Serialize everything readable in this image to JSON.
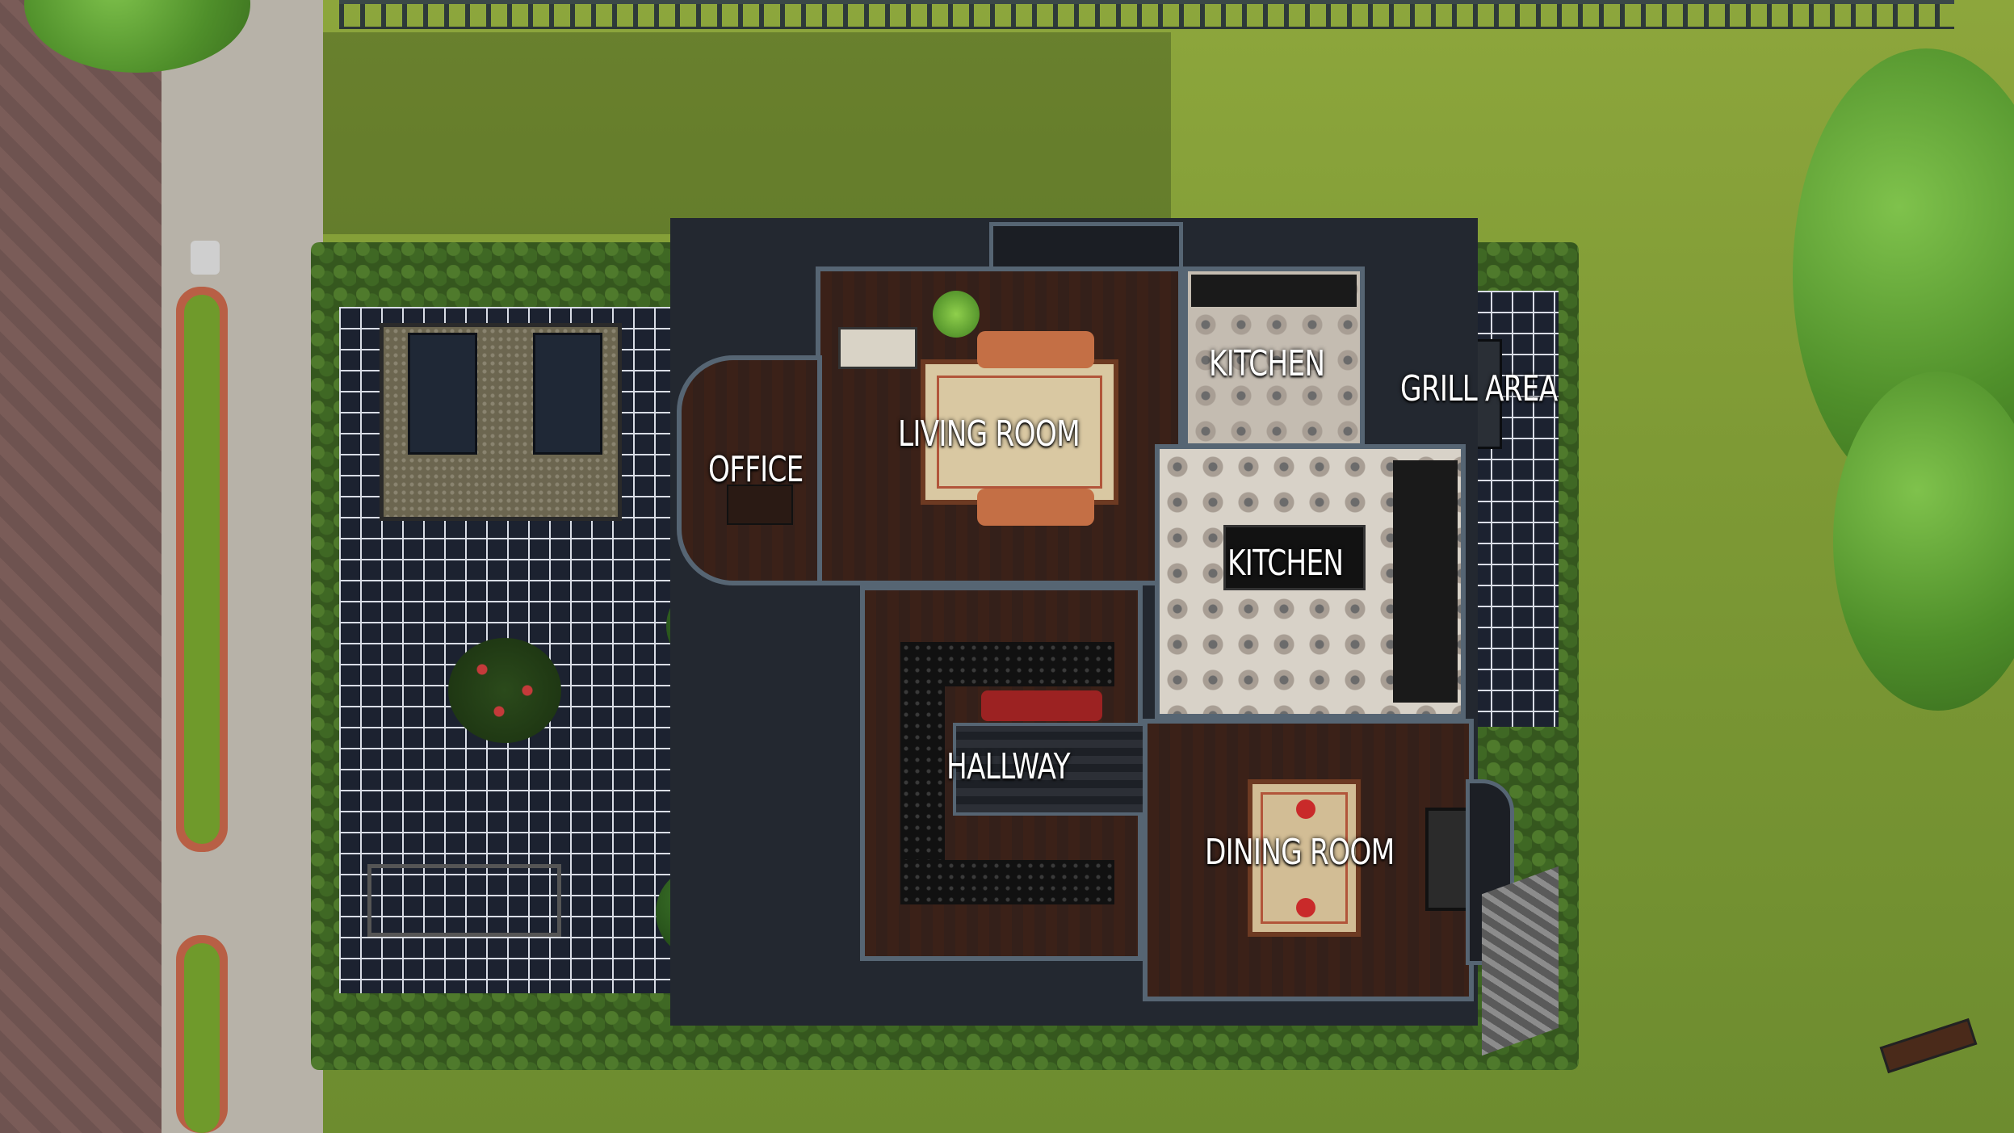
{
  "scene": {
    "type": "top-down house floor plan",
    "colors": {
      "lawn": "#7e9a35",
      "patio": "#1c2230",
      "wall": "#566573",
      "wood_floor": "#3b2118",
      "accent_red": "#c92a2a"
    }
  },
  "rooms": {
    "office": "OFFICE",
    "living_room": "LIVING ROOM",
    "kitchen_upper": "KITCHEN",
    "kitchen_lower": "KITCHEN",
    "grill_area": "GRILL AREA",
    "hallway": "HALLWAY",
    "dining_room": "DINING ROOM"
  }
}
